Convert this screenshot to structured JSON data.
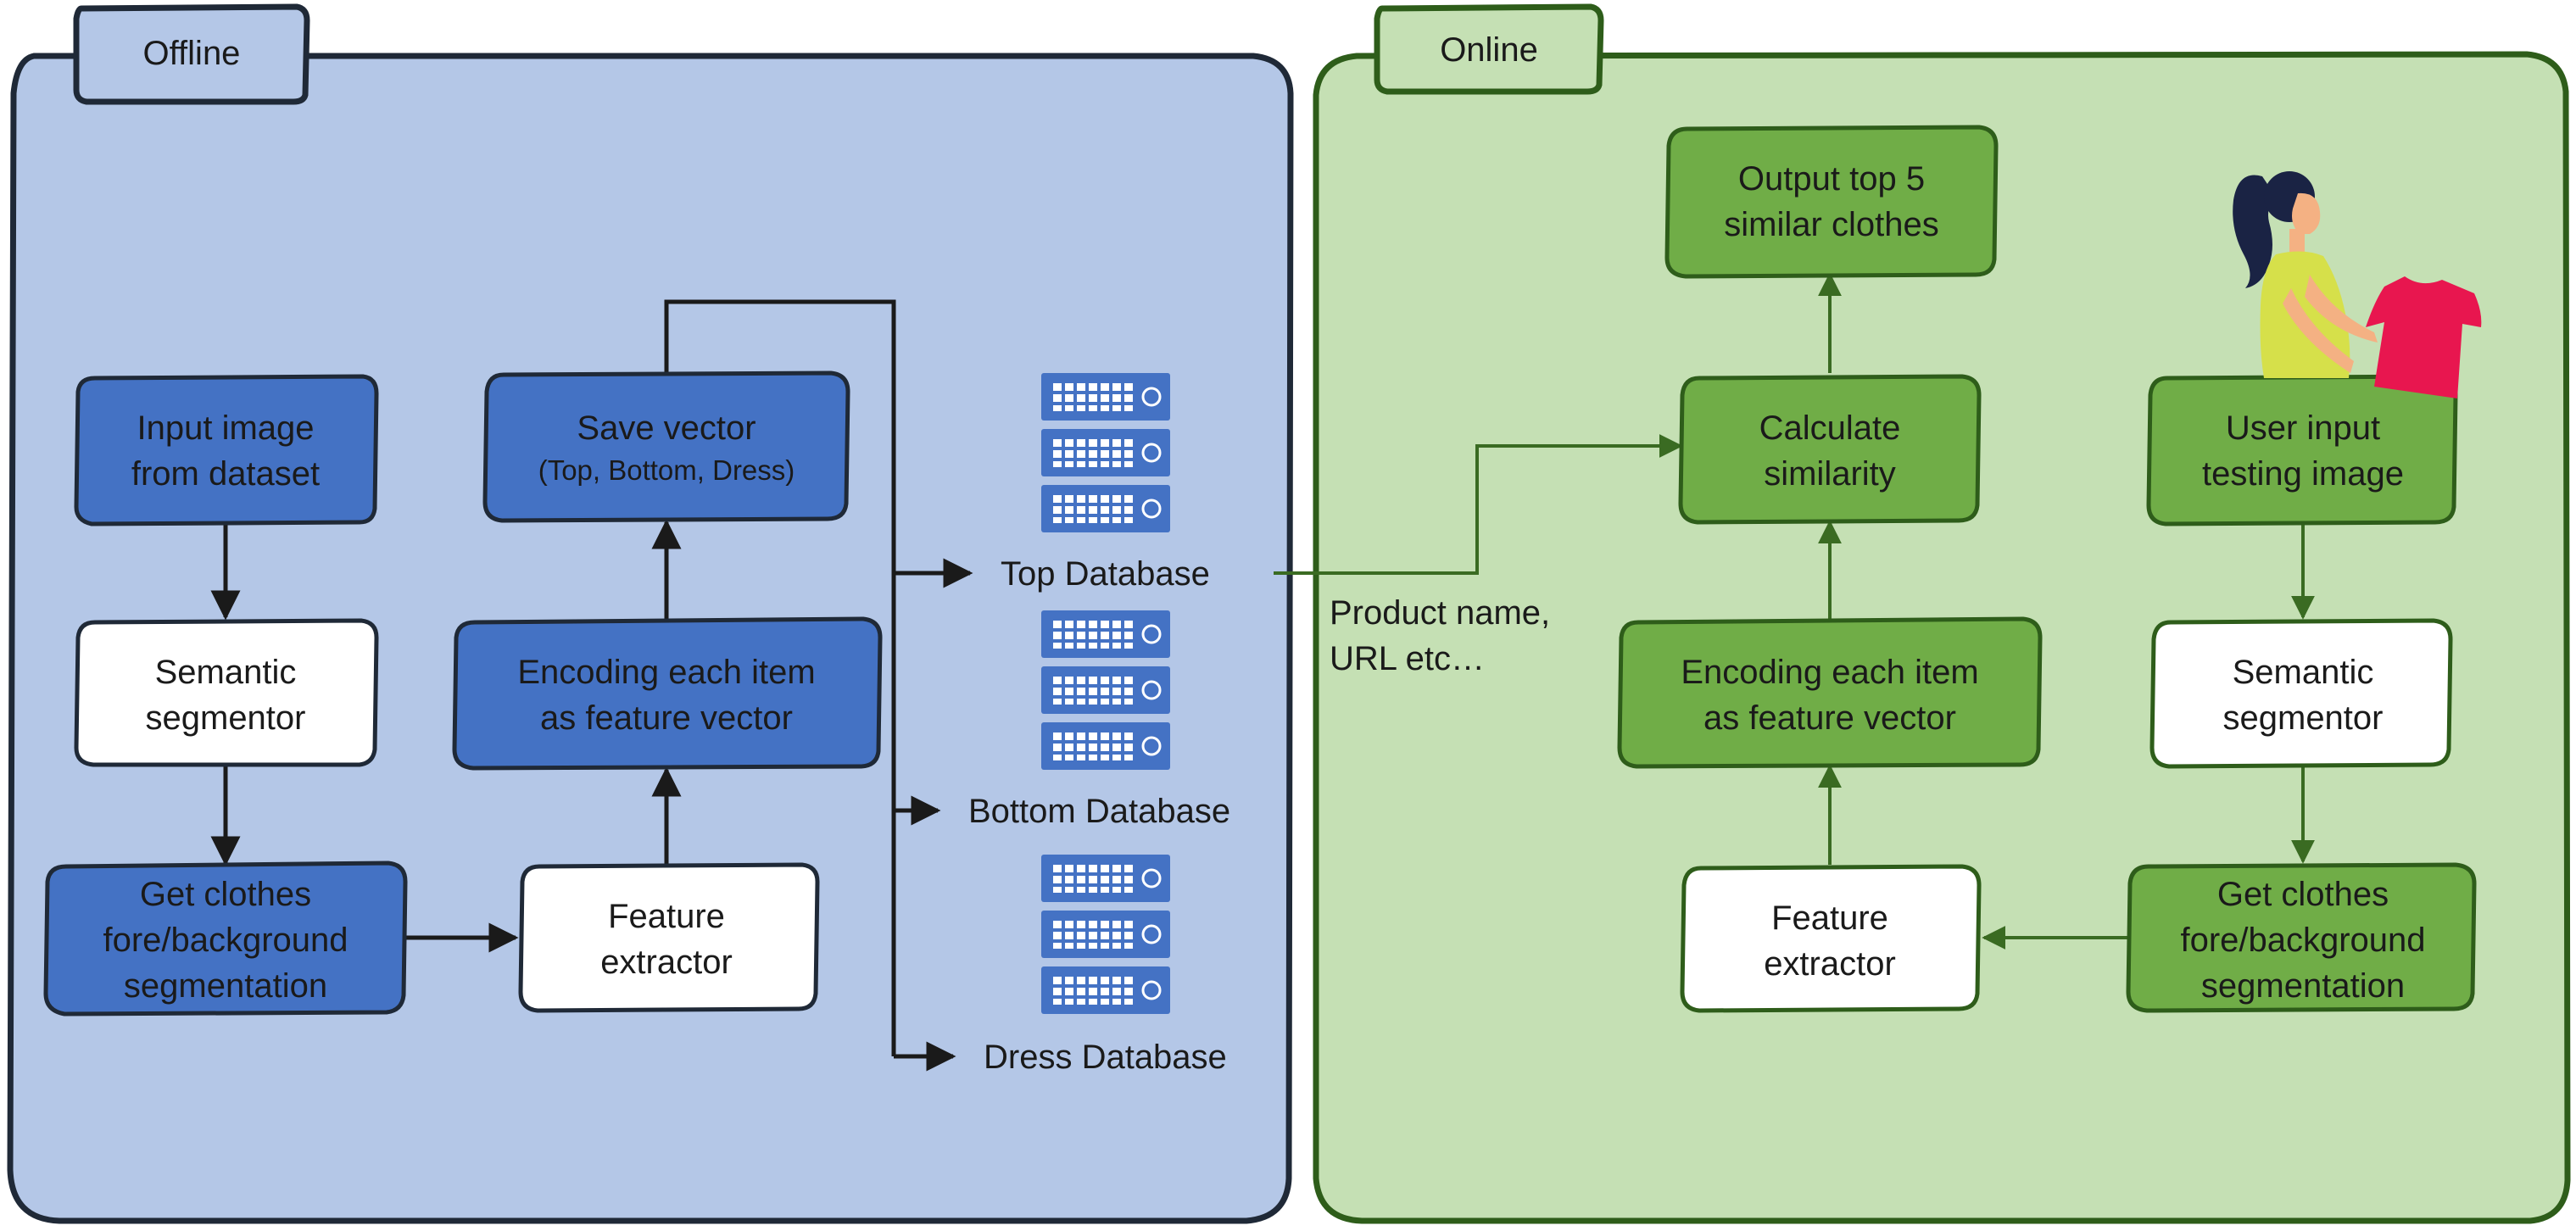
{
  "colors": {
    "offline_bg": "#b4c7e7",
    "online_bg": "#c5e0b4",
    "blue_box": "#4472c4",
    "green_box": "#70ad47",
    "white_box": "#ffffff",
    "panel_border": "#1f2937",
    "online_border": "#2e5d1a",
    "arrow_dark": "#1a1a1a",
    "arrow_green": "#3a6b22"
  },
  "offline": {
    "tab": "Offline",
    "input_image": [
      "Input image",
      "from dataset"
    ],
    "semantic_segmentor": [
      "Semantic",
      "segmentor"
    ],
    "get_clothes": [
      "Get clothes",
      "fore/background",
      "segmentation"
    ],
    "feature_extractor": [
      "Feature",
      "extractor"
    ],
    "encoding": [
      "Encoding each item",
      "as feature vector"
    ],
    "save_vector": [
      "Save vector",
      "(Top, Bottom, Dress)"
    ],
    "databases": [
      "Top Database",
      "Bottom Database",
      "Dress Database"
    ]
  },
  "online": {
    "tab": "Online",
    "output": [
      "Output top 5",
      "similar clothes"
    ],
    "calculate": [
      "Calculate",
      "similarity"
    ],
    "user_input": [
      "User input",
      "testing image"
    ],
    "semantic_segmentor": [
      "Semantic",
      "segmentor"
    ],
    "encoding": [
      "Encoding each item",
      "as feature vector"
    ],
    "feature_extractor": [
      "Feature",
      "extractor"
    ],
    "get_clothes": [
      "Get clothes",
      "fore/background",
      "segmentation"
    ]
  },
  "link_note": [
    "Product name,",
    "URL etc…"
  ],
  "icons": [
    "server-icon",
    "person-holding-shirt-icon"
  ]
}
